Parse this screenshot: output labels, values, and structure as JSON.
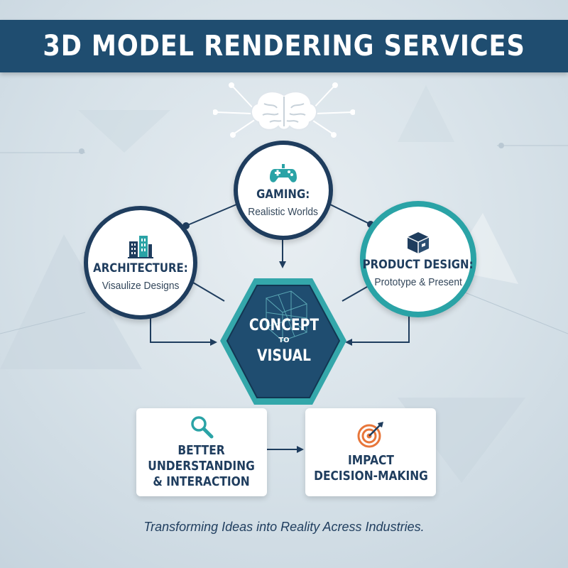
{
  "title": "3D MODEL RENDERING SERVICES",
  "nodes": {
    "gaming": {
      "title": "GAMING:",
      "subtitle": "Realistic Worlds",
      "icon": "gamepad-icon"
    },
    "architecture": {
      "title": "ARCHITECTURE:",
      "subtitle": "Visaulize Designs",
      "icon": "building-icon"
    },
    "product": {
      "title": "PRODUCT DESIGN:",
      "subtitle": "Prototype & Present",
      "icon": "box-icon"
    }
  },
  "center": {
    "line1": "CONCEPT",
    "line2": "TO",
    "line3": "VISUAL"
  },
  "outcomes": {
    "understanding": {
      "lines": [
        "BETTER",
        "UNDERSTANDING",
        "& INTERACTION"
      ],
      "icon": "magnifier-icon"
    },
    "impact": {
      "lines": [
        "IMPACT",
        "DECISION-MAKING"
      ],
      "icon": "target-icon"
    }
  },
  "tagline": "Transforming Ideas into Reality Acress Industries.",
  "colors": {
    "navy": "#1f3d5e",
    "banner": "#1f4d70",
    "teal": "#2aa3a6",
    "orange": "#e8763a"
  }
}
